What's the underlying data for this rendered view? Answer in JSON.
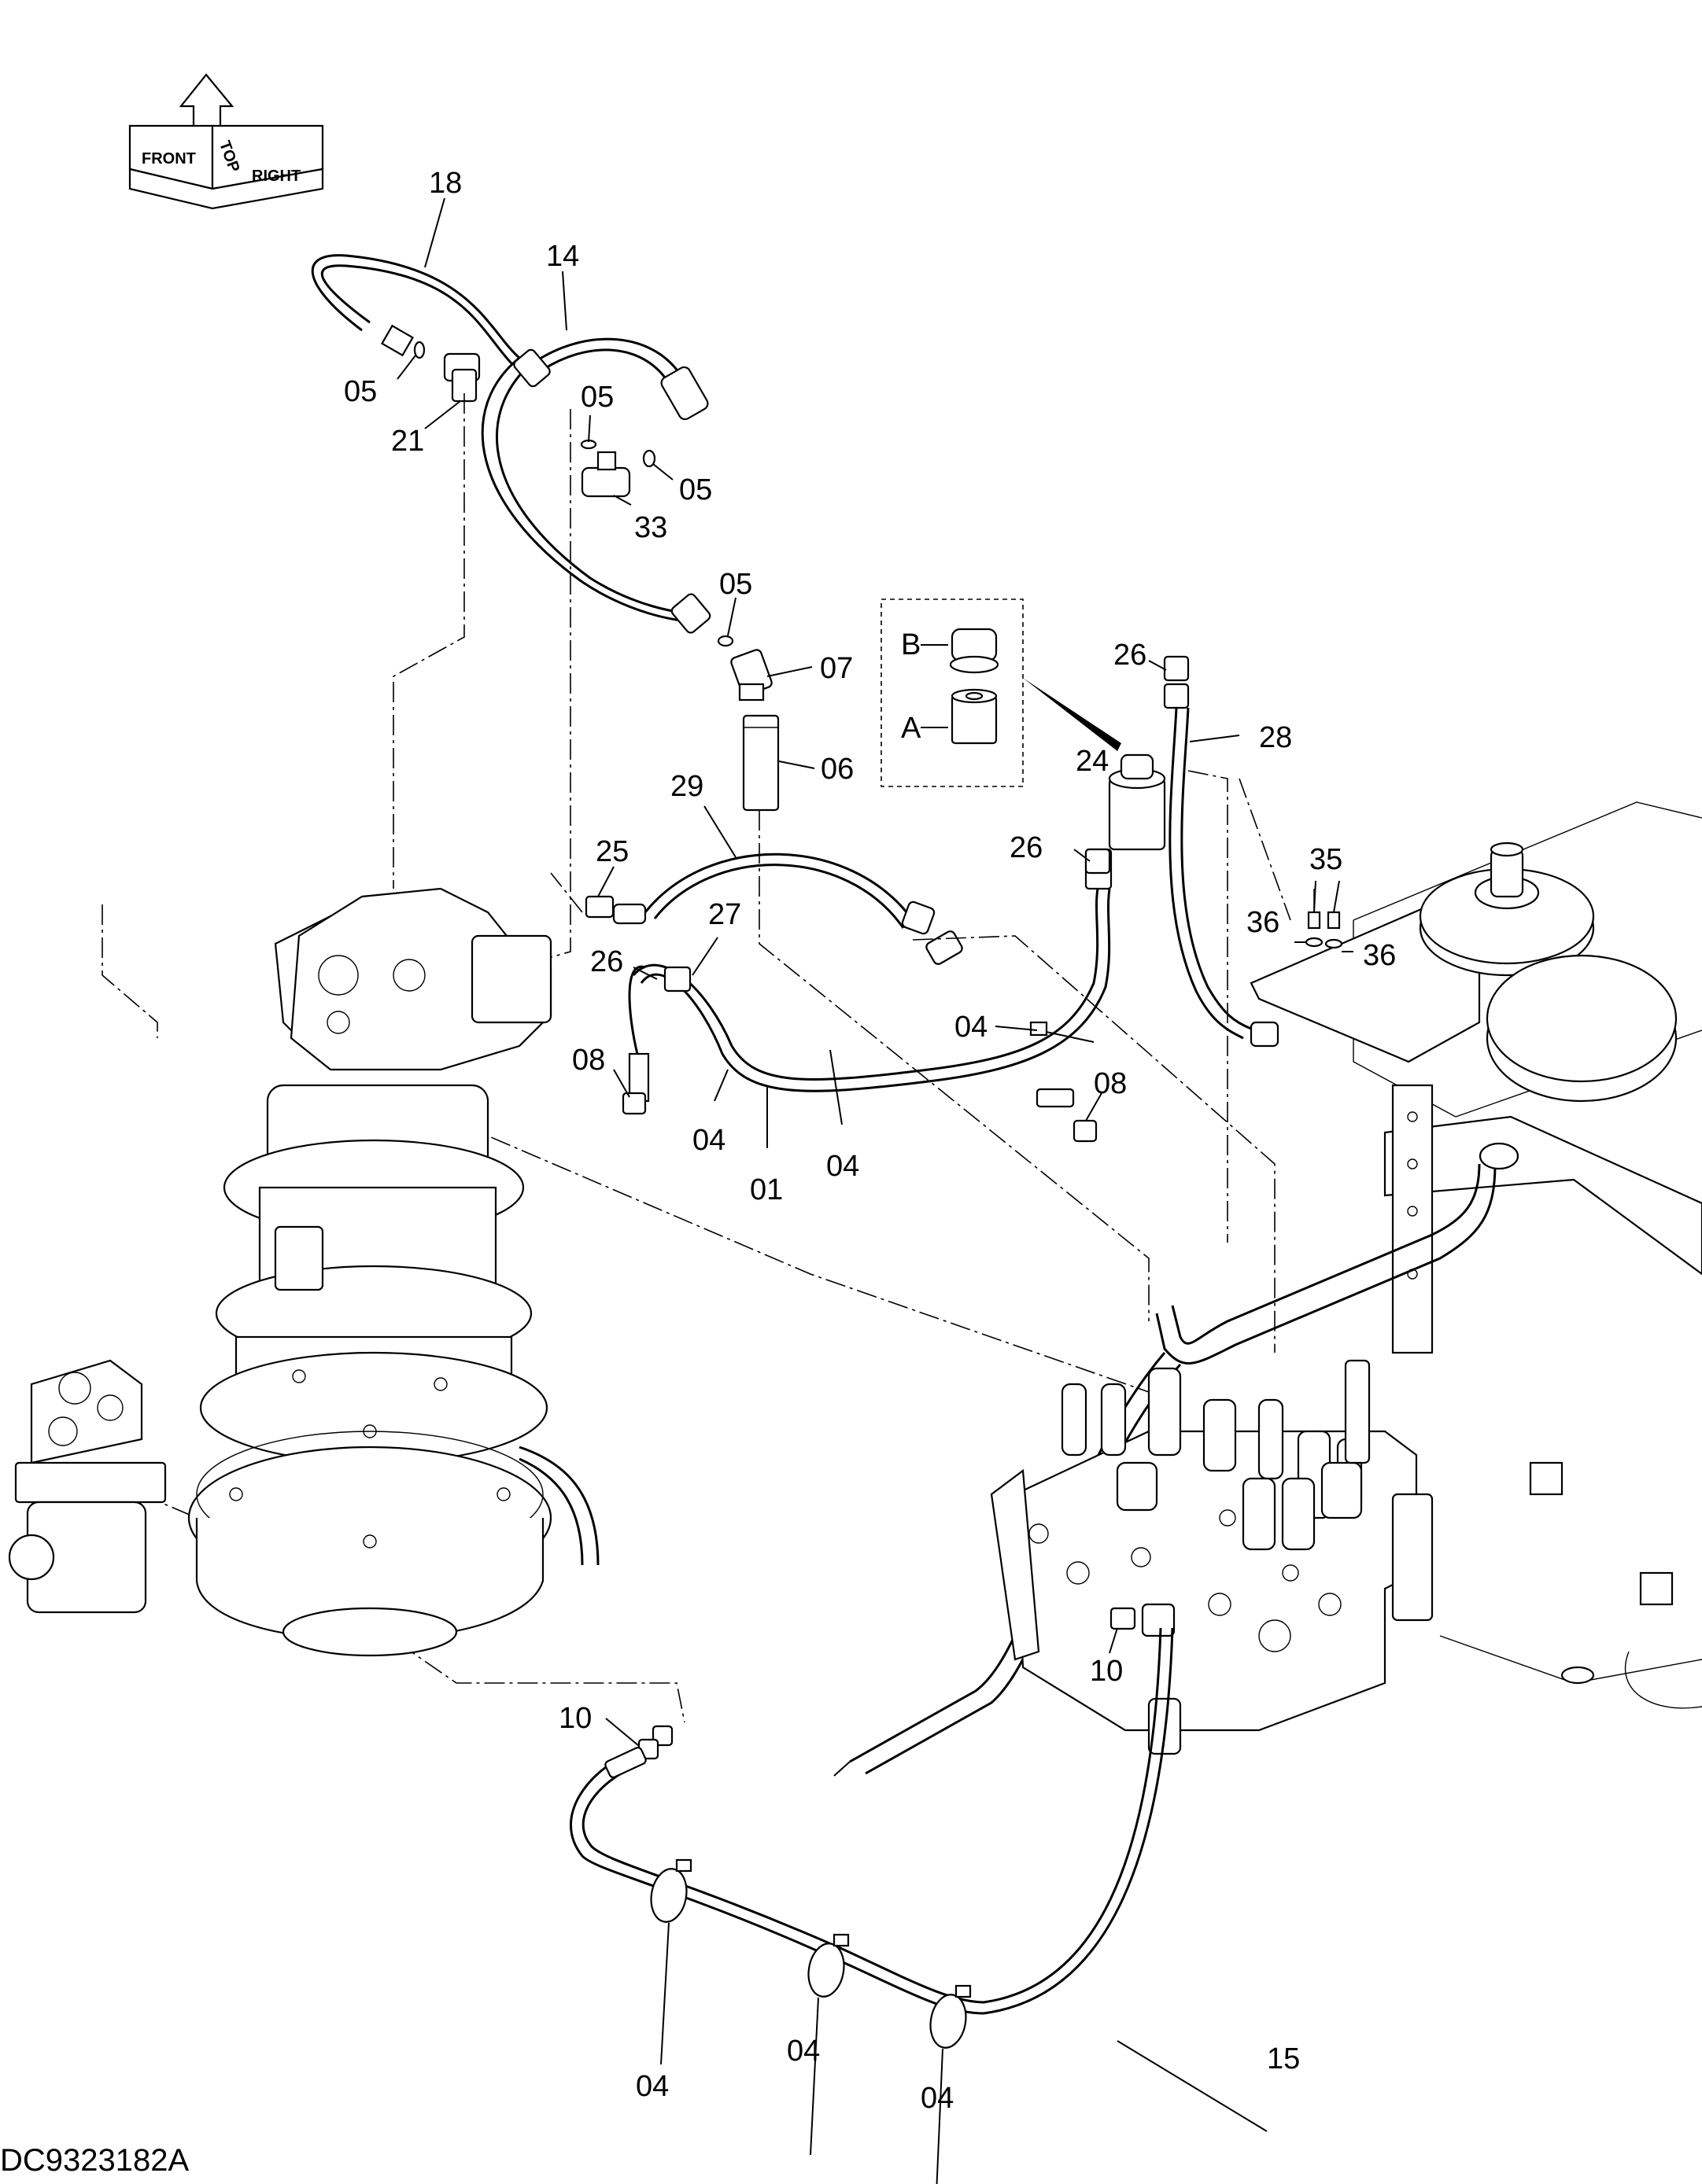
{
  "drawing": {
    "code": "DC9323182A",
    "orientation": {
      "front": "FRONT",
      "top": "TOP",
      "right": "RIGHT"
    },
    "inset": {
      "label_a": "A",
      "label_b": "B"
    }
  },
  "callouts": [
    {
      "id": "c18",
      "text": "18"
    },
    {
      "id": "c14",
      "text": "14"
    },
    {
      "id": "c05a",
      "text": "05"
    },
    {
      "id": "c21",
      "text": "21"
    },
    {
      "id": "c05b",
      "text": "05"
    },
    {
      "id": "c05c",
      "text": "05"
    },
    {
      "id": "c33",
      "text": "33"
    },
    {
      "id": "c05d",
      "text": "05"
    },
    {
      "id": "c07",
      "text": "07"
    },
    {
      "id": "c06",
      "text": "06"
    },
    {
      "id": "c29",
      "text": "29"
    },
    {
      "id": "c25",
      "text": "25"
    },
    {
      "id": "c27",
      "text": "27"
    },
    {
      "id": "c26a",
      "text": "26"
    },
    {
      "id": "c08a",
      "text": "08"
    },
    {
      "id": "c04a",
      "text": "04"
    },
    {
      "id": "c01",
      "text": "01"
    },
    {
      "id": "c04b",
      "text": "04"
    },
    {
      "id": "c04c",
      "text": "04"
    },
    {
      "id": "c08b",
      "text": "08"
    },
    {
      "id": "c26b",
      "text": "26"
    },
    {
      "id": "c24",
      "text": "24"
    },
    {
      "id": "c26c",
      "text": "26"
    },
    {
      "id": "c28",
      "text": "28"
    },
    {
      "id": "c35",
      "text": "35"
    },
    {
      "id": "c36a",
      "text": "36"
    },
    {
      "id": "c36b",
      "text": "36"
    },
    {
      "id": "c10a",
      "text": "10"
    },
    {
      "id": "c10b",
      "text": "10"
    },
    {
      "id": "c04d",
      "text": "04"
    },
    {
      "id": "c04e",
      "text": "04"
    },
    {
      "id": "c04f",
      "text": "04"
    },
    {
      "id": "c15",
      "text": "15"
    }
  ]
}
